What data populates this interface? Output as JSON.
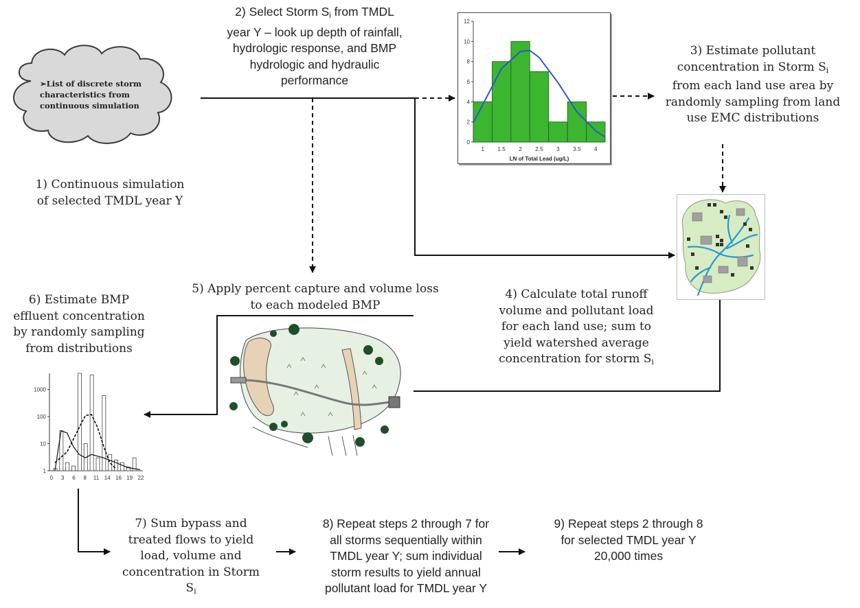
{
  "steps": {
    "s1": [
      "1) Continuous simulation",
      "of selected TMDL year Y"
    ],
    "s2": {
      "line1_pre": "2) Select Storm S",
      "line1_sub": "i",
      "line1_post": " from TMDL",
      "lines": [
        "year Y – look up depth of rainfall,",
        "hydrologic response, and BMP",
        "hydrologic and hydraulic",
        "performance"
      ]
    },
    "s3": {
      "lines_a": [
        "3) Estimate pollutant"
      ],
      "line_sub_pre": "concentration in Storm S",
      "line_sub": "i",
      "lines_b": [
        "from each land use area by",
        "randomly sampling from land",
        "use EMC distributions"
      ]
    },
    "s4": {
      "lines": [
        "4) Calculate total runoff",
        "volume and pollutant load",
        "for each land use; sum to",
        "yield watershed average"
      ],
      "last_pre": "concentration for storm S",
      "last_sub": "i"
    },
    "s5": [
      "5) Apply percent capture and volume loss",
      "to each modeled BMP"
    ],
    "s6": [
      "6) Estimate BMP",
      "effluent concentration",
      "by randomly sampling",
      "from distributions"
    ],
    "s7": {
      "lines": [
        "7) Sum bypass and",
        "treated flows to yield",
        "load, volume and",
        "concentration in Storm"
      ],
      "last_pre": "S",
      "last_sub": "i"
    },
    "s8": [
      "8) Repeat steps 2 through 7 for",
      "all storms sequentially within",
      "TMDL year Y; sum individual",
      "storm results to yield annual",
      "pollutant load for TMDL year Y"
    ],
    "s9": [
      "9) Repeat steps 2 through 8",
      "for selected TMDL year Y",
      "20,000 times"
    ]
  },
  "cloud": {
    "bullet": "➢",
    "lines": [
      "List of discrete storm",
      "characteristics from",
      "continuous simulation"
    ]
  },
  "hist_chart": {
    "xlabel": "LN of Total Lead (ug/L)",
    "yticks": [
      "0",
      "2",
      "4",
      "6",
      "8",
      "10",
      "12"
    ],
    "xticks": [
      "1",
      "1.5",
      "2",
      "2.5",
      "3",
      "3.5",
      "4"
    ],
    "bar_values": [
      4,
      8,
      10,
      7,
      2,
      4,
      2
    ],
    "curve": [
      [
        0.75,
        1.9
      ],
      [
        1.0,
        3.7
      ],
      [
        1.5,
        7.3
      ],
      [
        2.0,
        9.0
      ],
      [
        2.25,
        9.1
      ],
      [
        2.5,
        8.4
      ],
      [
        3.0,
        5.9
      ],
      [
        3.5,
        3.0
      ],
      [
        4.0,
        1.1
      ],
      [
        4.25,
        0.5
      ]
    ],
    "bar_color": "#3cb531",
    "curve_color": "#2e57c9"
  },
  "log_chart": {
    "yticks": [
      "1000",
      "100",
      "10",
      "1"
    ],
    "xticks": [
      "0",
      "3",
      "6",
      "8",
      "11",
      "14",
      "16",
      "19",
      "22"
    ]
  },
  "colors": {
    "map_fill": "#d7ecc3",
    "river": "#1e9ad6",
    "cloud_fill": "#d9d9d9"
  }
}
